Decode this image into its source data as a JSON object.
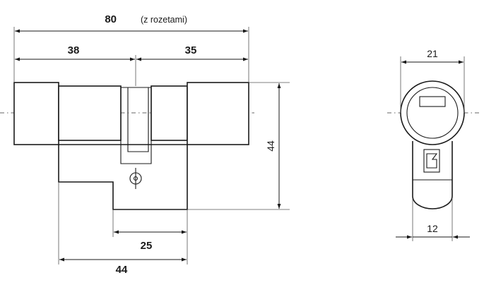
{
  "drawing": {
    "dimensions": {
      "overall_length": "80",
      "overall_note": "(z rozetami)",
      "left_half": "38",
      "right_half": "35",
      "height": "44",
      "cam_width": "25",
      "body_width": "44",
      "front_width": "21",
      "front_bottom_width": "12"
    }
  }
}
